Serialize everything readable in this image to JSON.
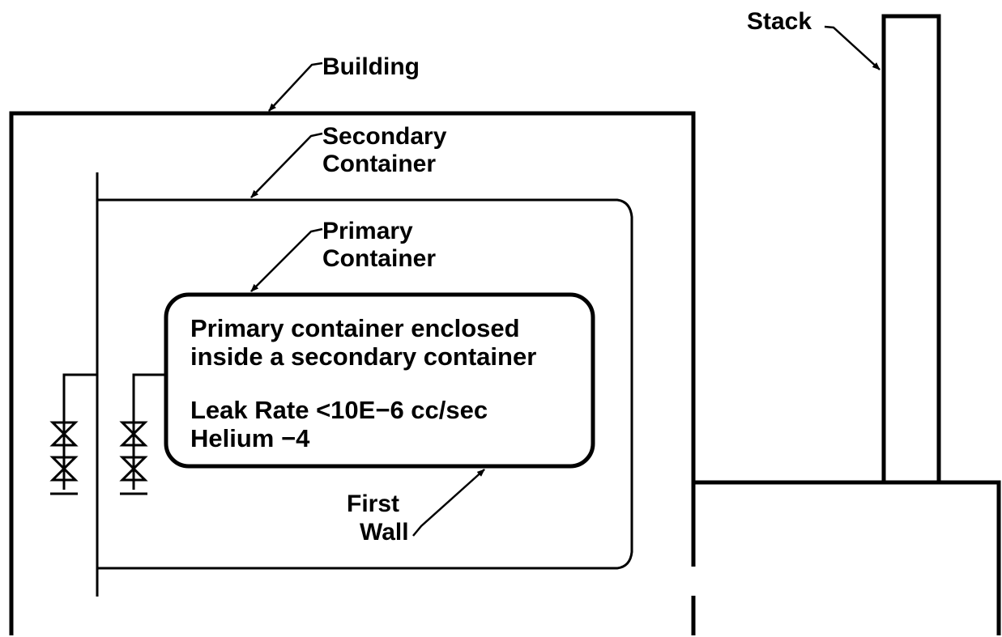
{
  "labels": {
    "stack": "Stack",
    "building": "Building",
    "secondary_line1": "Secondary",
    "secondary_line2": "Container",
    "primary_line1": "Primary",
    "primary_line2": "Container",
    "first_wall_line1": "First",
    "first_wall_line2": "Wall"
  },
  "primary_box": {
    "line1": "Primary container enclosed",
    "line2": "inside a secondary container",
    "line3": "Leak Rate  <10E−6 cc/sec",
    "line4": "Helium −4"
  },
  "colors": {
    "line": "#000000",
    "background": "#ffffff"
  }
}
